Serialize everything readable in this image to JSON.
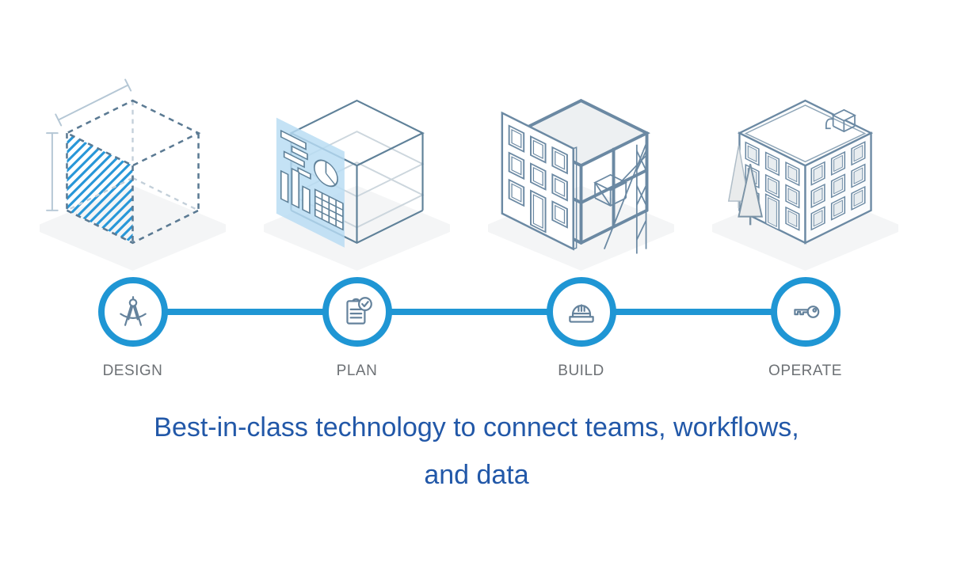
{
  "page": {
    "background_color": "#ffffff"
  },
  "colors": {
    "accent_blue": "#1f96d4",
    "illustration_stroke": "#6b89a3",
    "hatch_blue": "#2897d8",
    "plane_blue": "#b7dcf3",
    "shadow_gray": "#f4f5f6",
    "label_gray": "#6d7175",
    "headline_blue": "#2258a8"
  },
  "process": {
    "stages": [
      {
        "label": "DESIGN",
        "icon": "drafting-compass-icon",
        "illustration": "dashed-wireframe-cube-with-hatched-face"
      },
      {
        "label": "PLAN",
        "icon": "clipboard-check-icon",
        "illustration": "transparent-cube-with-chart-section-plane"
      },
      {
        "label": "BUILD",
        "icon": "hard-hat-icon",
        "illustration": "building-frame-with-facade-and-scaffolding"
      },
      {
        "label": "OPERATE",
        "icon": "key-icon",
        "illustration": "completed-building-with-trees"
      }
    ]
  },
  "headline": {
    "line1": "Best-in-class technology to connect teams, workflows,",
    "line2": "and data"
  }
}
